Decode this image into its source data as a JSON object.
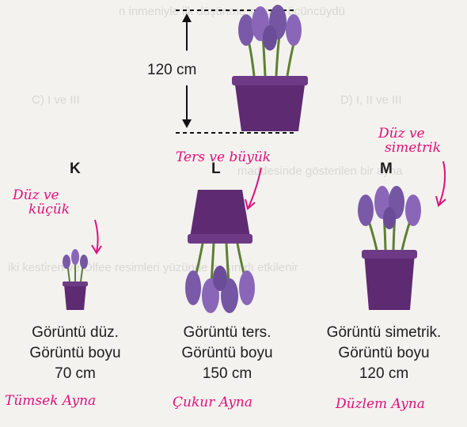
{
  "dimension_label": "120 cm",
  "labels": {
    "k": "K",
    "l": "L",
    "m": "M"
  },
  "captions": {
    "k": [
      "Görüntü düz.",
      "Görüntü boyu",
      "70 cm"
    ],
    "l": [
      "Görüntü ters.",
      "Görüntü boyu",
      "150 cm"
    ],
    "m": [
      "Görüntü simetrik.",
      "Görüntü boyu",
      "120 cm"
    ]
  },
  "handwriting": {
    "k_note": [
      "Düz ve",
      "küçük"
    ],
    "l_note": "Ters ve büyük",
    "m_note": [
      "Düz ve",
      "simetrik"
    ],
    "k_answer": "Tümsek Ayna",
    "l_answer": "Çukur Ayna",
    "m_answer": "Düzlem Ayna"
  },
  "colors": {
    "pot": "#5e2a72",
    "petal": "#7a5aa8",
    "stem": "#5f7f33",
    "ink": "#e0107a"
  }
}
